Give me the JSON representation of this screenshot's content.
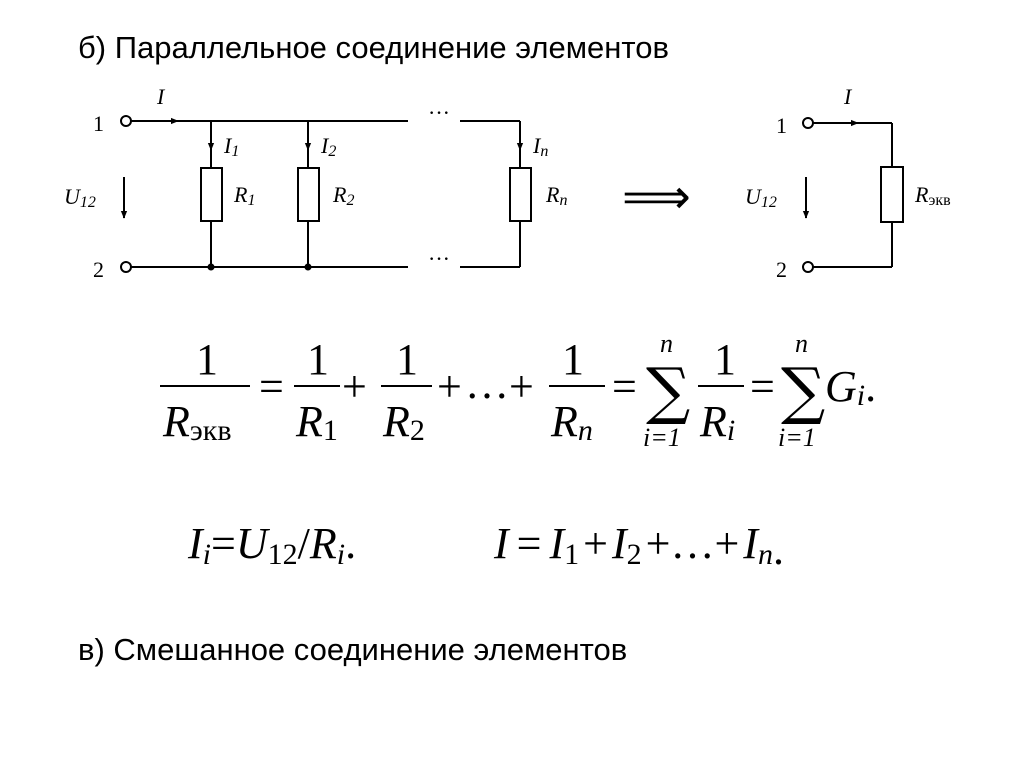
{
  "section_b": {
    "heading": "б) Параллельное соединение элементов"
  },
  "section_v": {
    "heading": "в) Смешанное соединение элементов"
  },
  "circuit_left": {
    "node1": "1",
    "node2": "2",
    "current_main": "I",
    "voltage": "U",
    "voltage_sub": "12",
    "branches": [
      {
        "current": "I",
        "current_sub": "1",
        "resistor": "R",
        "resistor_sub": "1"
      },
      {
        "current": "I",
        "current_sub": "2",
        "resistor": "R",
        "resistor_sub": "2"
      },
      {
        "current": "I",
        "current_sub": "n",
        "resistor": "R",
        "resistor_sub": "n"
      }
    ],
    "ellipsis": "···"
  },
  "implies_arrow": "⟹",
  "circuit_right": {
    "node1": "1",
    "node2": "2",
    "current_main": "I",
    "voltage": "U",
    "voltage_sub": "12",
    "resistor": "R",
    "resistor_sub": "экв"
  },
  "formula1": {
    "one": "1",
    "r_eq": "R",
    "r_eq_sub": "экв",
    "eq": "=",
    "plus": "+",
    "ellipsis": "…",
    "dot": ".",
    "r1": "R",
    "r1_sub": "1",
    "r2": "R",
    "r2_sub": "2",
    "rn": "R",
    "rn_sub": "n",
    "sum": "∑",
    "sum_top": "n",
    "sum_bottom": "i=1",
    "ri": "R",
    "ri_sub": "i",
    "g": "G",
    "g_sub": "i"
  },
  "formula2": {
    "ii": "I",
    "ii_sub": "i",
    "eq": "=",
    "u": "U",
    "u_sub": "12",
    "slash": "/",
    "ri": "R",
    "ri_sub": "i",
    "dot": "."
  },
  "formula3": {
    "i": "I",
    "eq": "=",
    "plus": "+",
    "ellipsis": "…",
    "dot": ".",
    "i1": "I",
    "i1_sub": "1",
    "i2": "I",
    "i2_sub": "2",
    "in": "I",
    "in_sub": "n"
  }
}
